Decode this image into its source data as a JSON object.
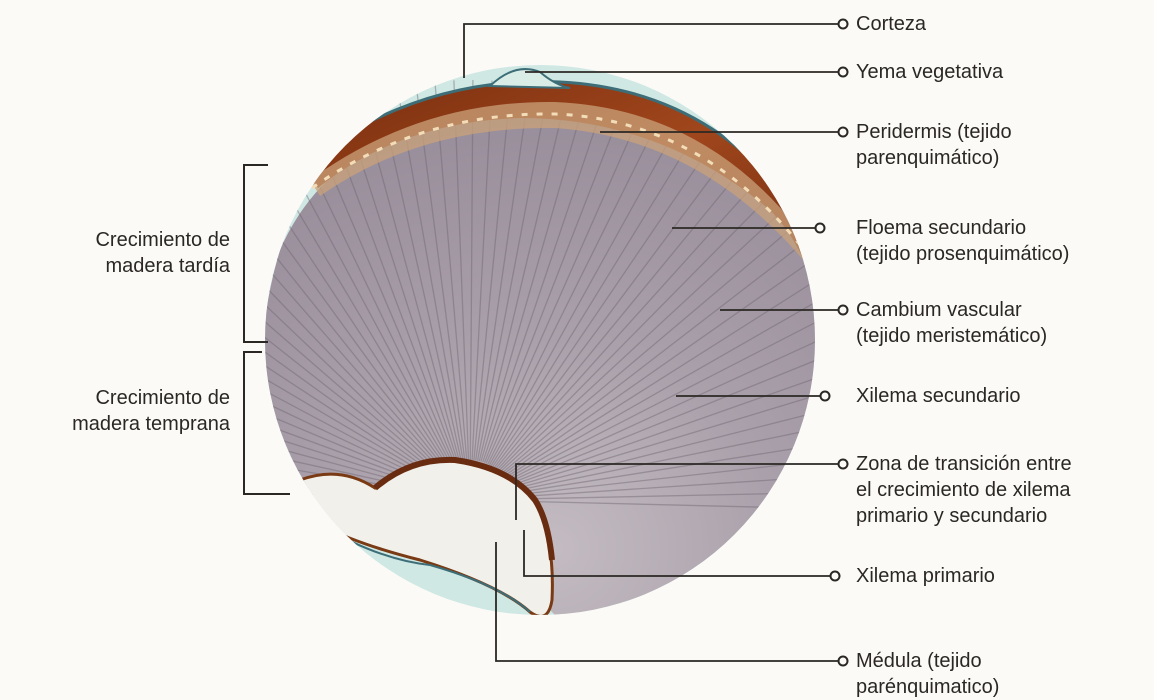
{
  "right_labels": [
    {
      "id": "corteza",
      "lines": [
        "Corteza"
      ]
    },
    {
      "id": "yema",
      "lines": [
        "Yema vegetativa"
      ]
    },
    {
      "id": "peridermis",
      "lines": [
        "Peridermis (tejido",
        "parenquimático)"
      ]
    },
    {
      "id": "floema",
      "lines": [
        "Floema secundario",
        "(tejido prosenquimático)"
      ]
    },
    {
      "id": "cambium",
      "lines": [
        "Cambium vascular",
        "(tejido meristemático)"
      ]
    },
    {
      "id": "xilema-sec",
      "lines": [
        "Xilema secundario"
      ]
    },
    {
      "id": "transicion",
      "lines": [
        "Zona de transición entre",
        "el crecimiento de xilema",
        "primario y secundario"
      ]
    },
    {
      "id": "xilema-prim",
      "lines": [
        "Xilema primario"
      ]
    },
    {
      "id": "medula",
      "lines": [
        "Médula (tejido",
        "parénquimatico)"
      ]
    }
  ],
  "left_labels": [
    {
      "id": "madera-tardia",
      "lines": [
        "Crecimiento de",
        "madera tardía"
      ]
    },
    {
      "id": "madera-temprana",
      "lines": [
        "Crecimiento de",
        "madera temprana"
      ]
    }
  ],
  "colors": {
    "leader_line": "#2b2824",
    "background_circle": "#cfe8e4",
    "wood": "#a59aa6",
    "bark": "#8a3b16",
    "pith": "#f1f0ea"
  }
}
